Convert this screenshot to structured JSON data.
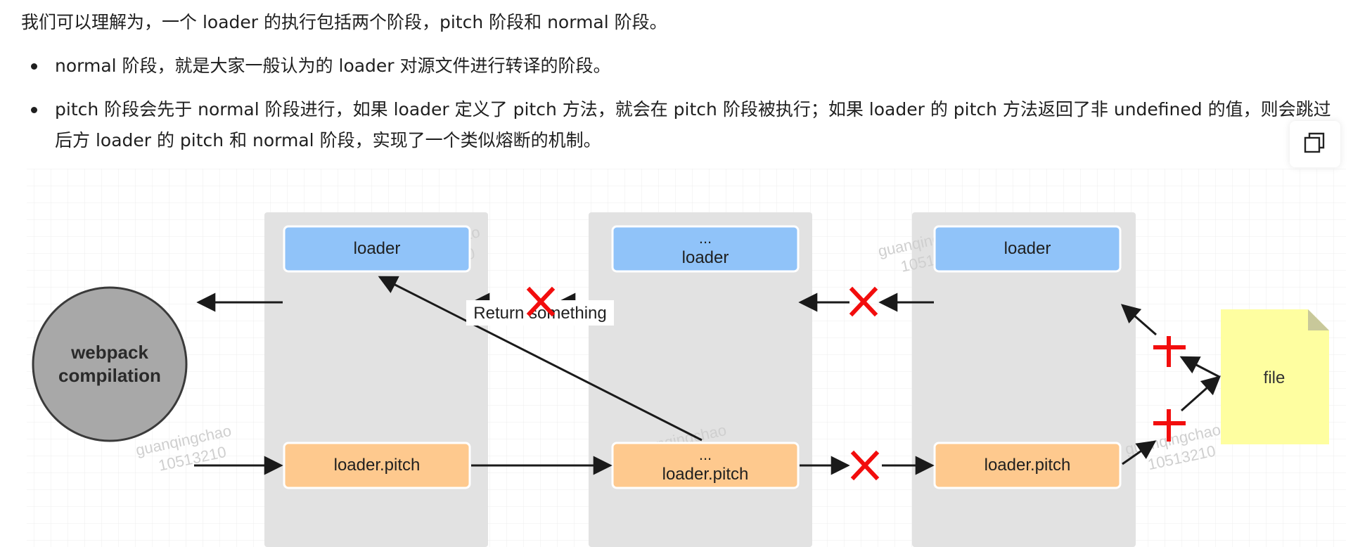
{
  "text": {
    "intro": "我们可以理解为，一个 loader 的执行包括两个阶段，pitch 阶段和 normal 阶段。",
    "bullets": [
      "normal 阶段，就是大家一般认为的 loader 对源文件进行转译的阶段。",
      "pitch 阶段会先于 normal 阶段进行，如果 loader 定义了 pitch 方法，就会在 pitch 阶段被执行；如果 loader 的 pitch 方法返回了非 undefined 的值，则会跳过后方 loader 的 pitch 和 normal 阶段，实现了一个类似熔断的机制。"
    ]
  },
  "toolbar": {
    "copy_icon": "copy-icon"
  },
  "diagram": {
    "compilation_label": [
      "webpack",
      "compilation"
    ],
    "file_label": "file",
    "return_label": "Return something",
    "normal_row": [
      "loader",
      "...",
      "loader",
      "loader"
    ],
    "pitch_row": [
      "loader.pitch",
      "...",
      "loader.pitch",
      "loader.pitch"
    ],
    "watermark": [
      "guanqingchao",
      "10513210"
    ],
    "colors": {
      "loader_box": "#90c3f9",
      "pitch_box": "#fec98e",
      "stage_panel": "#e2e2e2",
      "compilation_fill": "#a8a8a8",
      "file_note": "#fefea0",
      "blocked_mark": "#f20d0d"
    }
  }
}
